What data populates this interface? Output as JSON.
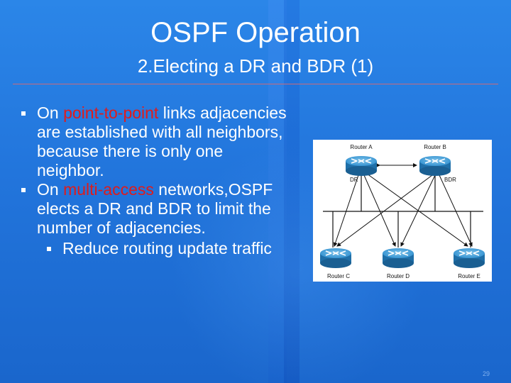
{
  "slide": {
    "title": "OSPF Operation",
    "subtitle": "2.Electing a DR and BDR (1)",
    "page_number": "29",
    "colors": {
      "background": "#2275dc",
      "highlight": "#e01b1b",
      "rule": "#c96a7a",
      "text": "#ffffff"
    }
  },
  "bullets": [
    {
      "pre": "On ",
      "highlight": "point-to-point",
      "post": " links adjacencies are established with all neighbors, because there is only one neighbor."
    },
    {
      "pre": "On ",
      "highlight": "multi-access",
      "post": " networks,OSPF elects a DR and BDR to limit the number of adjacencies."
    }
  ],
  "sub_bullet": "Reduce routing update traffic",
  "diagram": {
    "routers": [
      {
        "label": "Router A",
        "role": "DR"
      },
      {
        "label": "Router B",
        "role": "BDR"
      },
      {
        "label": "Router C",
        "role": ""
      },
      {
        "label": "Router D",
        "role": ""
      },
      {
        "label": "Router E",
        "role": ""
      }
    ],
    "icon": "router-icon"
  }
}
